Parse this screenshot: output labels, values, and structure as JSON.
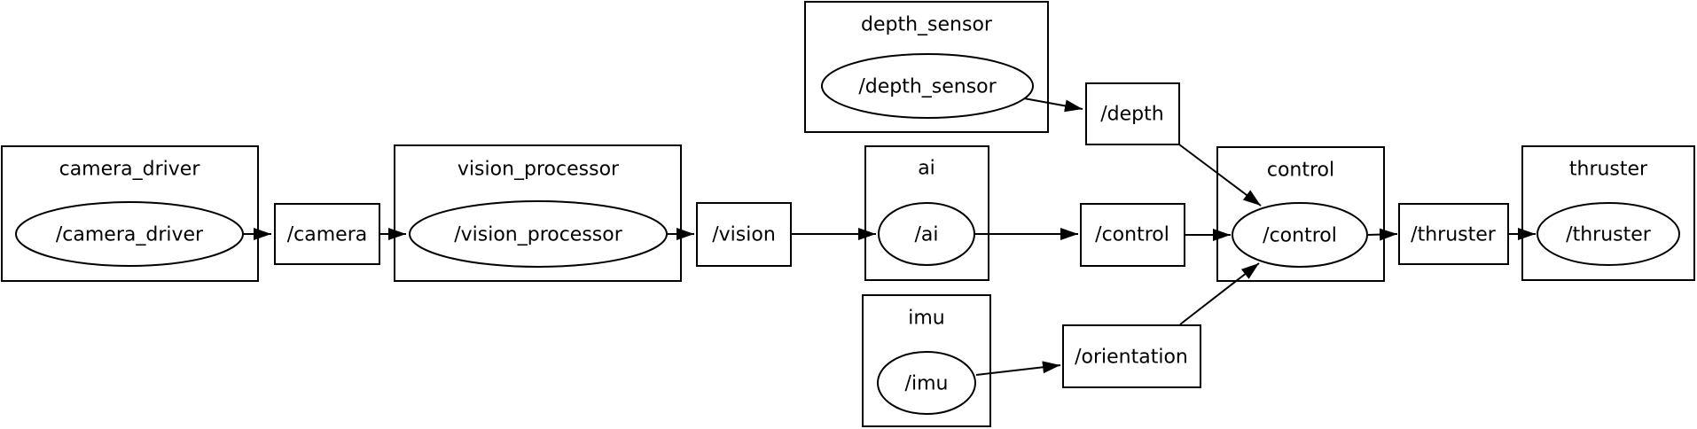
{
  "diagram": {
    "kind": "ros-computation-graph",
    "colors": {
      "background": "#ffffff",
      "stroke": "#000000",
      "text": "#000000"
    },
    "nodes": [
      {
        "id": "camera_driver",
        "title": "camera_driver",
        "label": "/camera_driver"
      },
      {
        "id": "vision_processor",
        "title": "vision_processor",
        "label": "/vision_processor"
      },
      {
        "id": "depth_sensor",
        "title": "depth_sensor",
        "label": "/depth_sensor"
      },
      {
        "id": "ai",
        "title": "ai",
        "label": "/ai"
      },
      {
        "id": "imu",
        "title": "imu",
        "label": "/imu"
      },
      {
        "id": "control",
        "title": "control",
        "label": "/control"
      },
      {
        "id": "thruster",
        "title": "thruster",
        "label": "/thruster"
      }
    ],
    "topics": [
      {
        "id": "camera",
        "label": "/camera"
      },
      {
        "id": "vision",
        "label": "/vision"
      },
      {
        "id": "depth",
        "label": "/depth"
      },
      {
        "id": "control",
        "label": "/control"
      },
      {
        "id": "orientation",
        "label": "/orientation"
      },
      {
        "id": "thruster",
        "label": "/thruster"
      }
    ],
    "edges": [
      {
        "source": "node:/camera_driver",
        "target": "topic:/camera"
      },
      {
        "source": "topic:/camera",
        "target": "node:/vision_processor"
      },
      {
        "source": "node:/vision_processor",
        "target": "topic:/vision"
      },
      {
        "source": "topic:/vision",
        "target": "node:/ai"
      },
      {
        "source": "node:/ai",
        "target": "topic:/control"
      },
      {
        "source": "topic:/control",
        "target": "node:/control"
      },
      {
        "source": "node:/depth_sensor",
        "target": "topic:/depth"
      },
      {
        "source": "topic:/depth",
        "target": "node:/control"
      },
      {
        "source": "node:/imu",
        "target": "topic:/orientation"
      },
      {
        "source": "topic:/orientation",
        "target": "node:/control"
      },
      {
        "source": "node:/control",
        "target": "topic:/thruster"
      },
      {
        "source": "topic:/thruster",
        "target": "node:/thruster"
      }
    ]
  }
}
